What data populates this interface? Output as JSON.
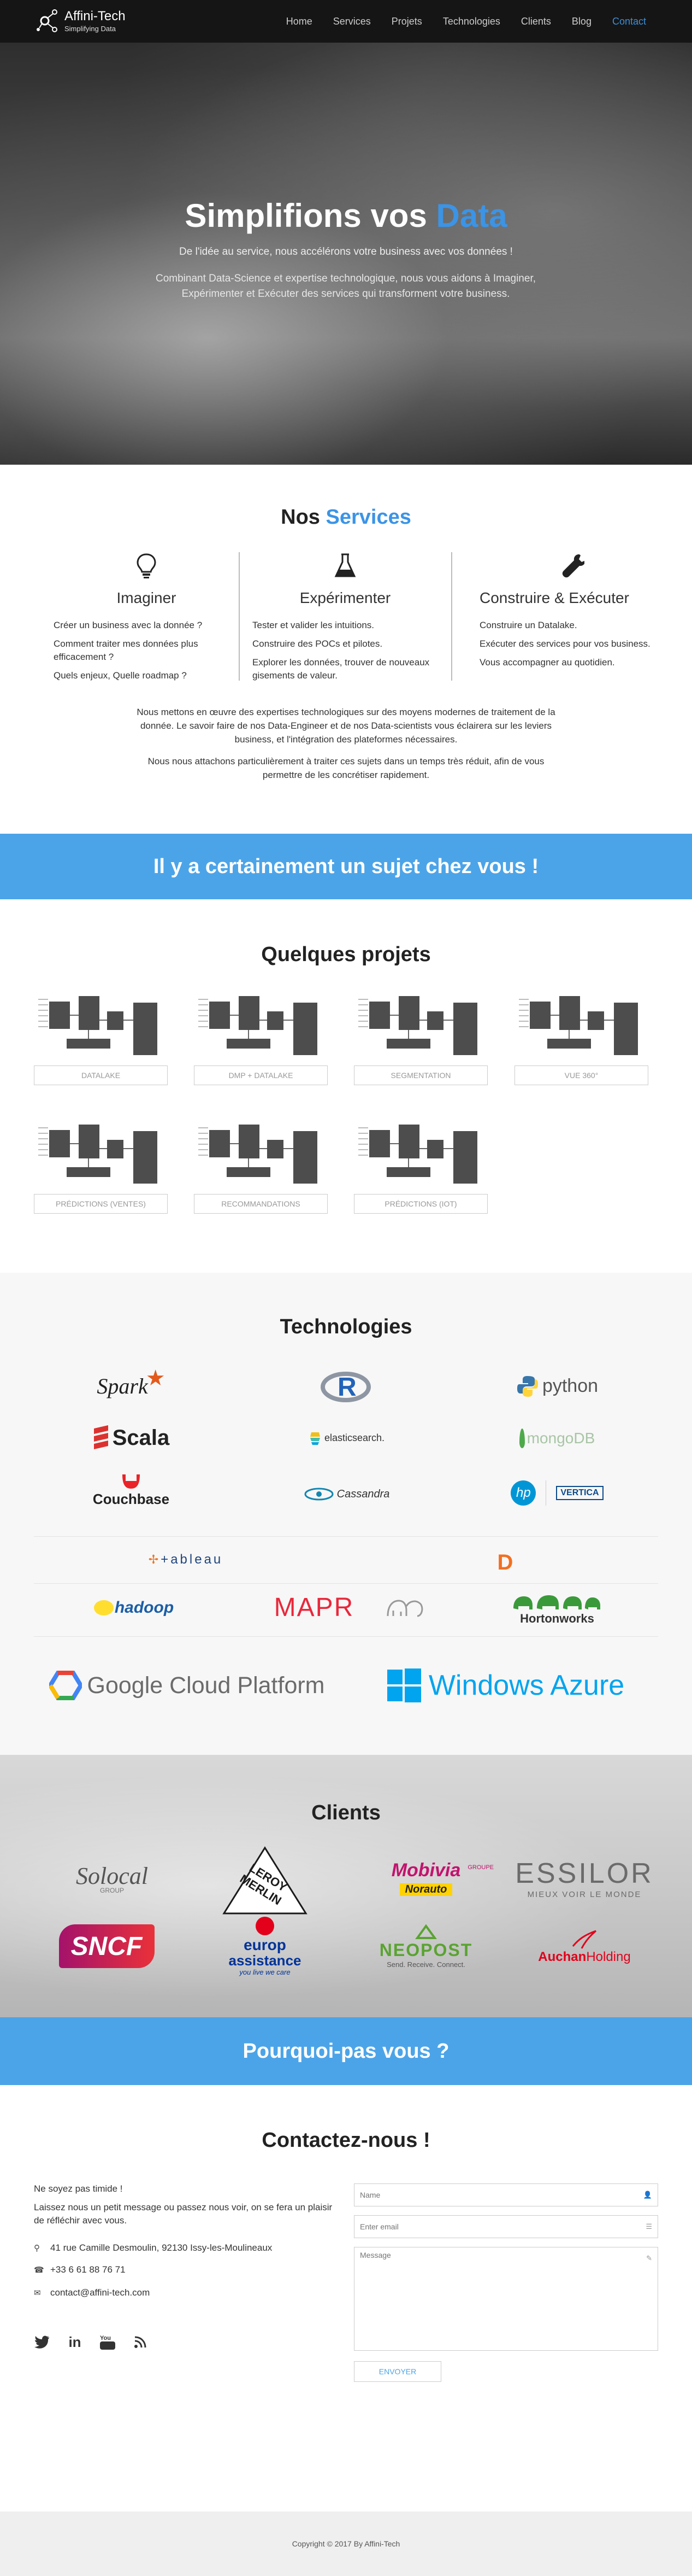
{
  "nav": {
    "brand_name": "Affini-Tech",
    "brand_tagline": "Simplifying Data",
    "links": [
      "Home",
      "Services",
      "Projets",
      "Technologies",
      "Clients",
      "Blog",
      "Contact"
    ]
  },
  "hero": {
    "title_part1": "Simplifions vos",
    "title_part2": "Data",
    "subtitle": "De l'idée au service, nous accélérons votre business avec vos données !",
    "description": "Combinant Data-Science et expertise technologique, nous vous aidons à Imaginer, Expérimenter et Exécuter des services qui transforment votre business."
  },
  "services": {
    "title_part1": "Nos",
    "title_part2": "Services",
    "columns": [
      {
        "icon": "lightbulb-icon",
        "name": "Imaginer",
        "items": [
          "Créer un business avec la donnée ?",
          "Comment traiter mes données plus efficacement ?",
          "Quels enjeux, Quelle roadmap ?"
        ]
      },
      {
        "icon": "flask-icon",
        "name": "Expérimenter",
        "items": [
          "Tester et valider les intuitions.",
          "Construire des POCs et pilotes.",
          "Explorer les données, trouver de nouveaux gisements de valeur."
        ]
      },
      {
        "icon": "wrench-icon",
        "name": "Construire & Exécuter",
        "items": [
          "Construire un Datalake.",
          "Exécuter des services pour vos business.",
          "Vous accompagner au quotidien."
        ]
      }
    ],
    "para1": "Nous mettons en œuvre des expertises technologiques sur des moyens modernes de traitement de la donnée. Le savoir faire de nos Data-Engineer et de nos Data-scientists vous éclairera sur les leviers business, et l'intégration des plateformes nécessaires.",
    "para2": "Nous nous attachons particulièrement à traiter ces sujets dans un temps très réduit, afin de vous permettre de les concrétiser rapidement."
  },
  "banner1": "Il y a certainement un sujet chez vous !",
  "projects": {
    "title": "Quelques projets",
    "items": [
      "DATALAKE",
      "DMP + DATALAKE",
      "SEGMENTATION",
      "VUE 360°",
      "PRÉDICTIONS (VENTES)",
      "RECOMMANDATIONS",
      "PRÉDICTIONS (IOT)"
    ]
  },
  "technologies": {
    "title": "Technologies",
    "logos": {
      "spark": "Spark",
      "r": "R",
      "python": "python",
      "scala": "Scala",
      "elasticsearch": "elasticsearch.",
      "mongodb": "mongoDB",
      "couchbase": "Couchbase",
      "cassandra": "Cassandra",
      "hp": "hp",
      "vertica": "VERTICA",
      "tableau": "+ableau",
      "db": "D",
      "hadoop": "hadoop",
      "mapr": "MAPR",
      "hortonworks": "Hortonworks",
      "gcp": "Google Cloud Platform",
      "azure": "Windows Azure"
    },
    "colors": {
      "spark": "#e25a1c",
      "scala": "#dc322f",
      "couchbase": "#ea2328",
      "python": "#3776ab",
      "mongodb": "#4ea94b",
      "mapr": "#e8283b",
      "azure": "#00a4ef",
      "gcp": "#4285f4",
      "hortonworks": "#3a9a3a",
      "hadoop": "#1a5ea8"
    }
  },
  "clients": {
    "title": "Clients",
    "logos": {
      "solocal": "Solocal",
      "solocal_sub": "GROUP",
      "leroy": "LEROY MERLIN",
      "mobivia": "Mobivia",
      "mobivia_sub": "GROUPE",
      "norauto": "Norauto",
      "essilor": "ESSILOR",
      "essilor_sub": "MIEUX VOIR LE MONDE",
      "sncf": "SNCF",
      "europ1": "europ",
      "europ2": "assistance",
      "europ3": "you live we care",
      "neopost": "NEOPOST",
      "neopost_sub": "Send. Receive. Connect.",
      "auchan": "Auchan",
      "auchan2": "Holding"
    }
  },
  "banner2": "Pourquoi-pas vous ?",
  "contact": {
    "title": "Contactez-nous !",
    "intro1": "Ne soyez pas timide !",
    "intro2": "Laissez nous un petit message ou passez nous voir, on se fera un plaisir de réfléchir avec vous.",
    "address": "41 rue Camille Desmoulin, 92130 Issy-les-Moulineaux",
    "phone": "+33 6 61 88 76 71",
    "email": "contact@affini-tech.com",
    "form": {
      "name_placeholder": "Name",
      "email_placeholder": "Enter email",
      "message_placeholder": "Message",
      "send_label": "ENVOYER"
    }
  },
  "footer": "Copyright © 2017 By Affini-Tech"
}
